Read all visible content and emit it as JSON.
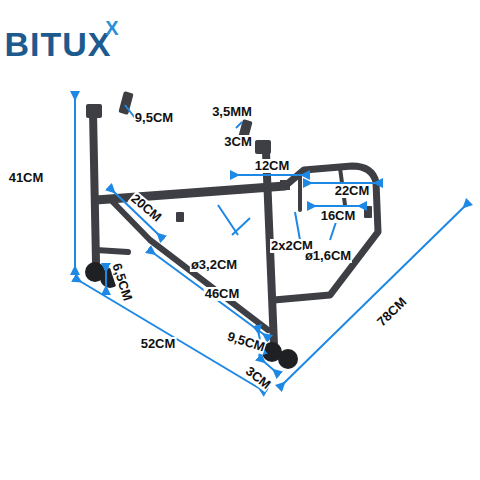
{
  "diagram": {
    "labels": [
      "BITUX",
      "X",
      "41CM",
      "9,5CM",
      "3,5MM",
      "3CM",
      "12CM",
      "22CM",
      "16CM",
      "20CM",
      "2x2CM",
      "ø3,2CM",
      "ø1,6CM",
      "6,5CM",
      "46CM",
      "52CM",
      "78CM",
      "9,5CM",
      "3CM"
    ]
  }
}
